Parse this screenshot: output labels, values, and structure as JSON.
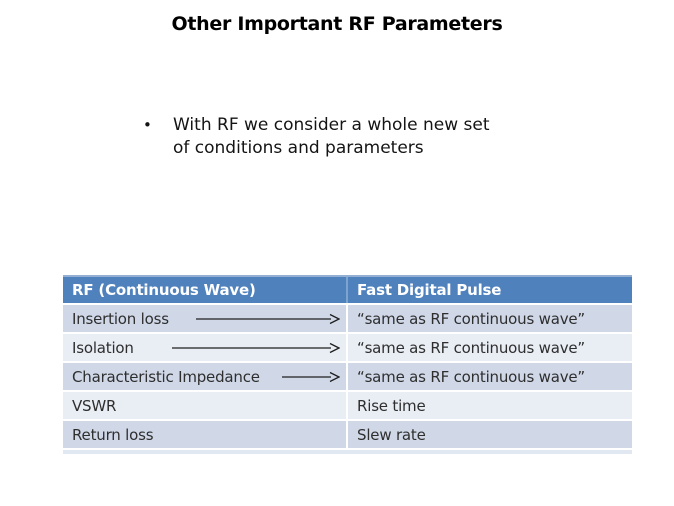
{
  "slide": {
    "title": "Other Important RF Parameters",
    "bullet": {
      "marker": "•",
      "text": "With RF we consider a whole new set\nof conditions and parameters"
    }
  },
  "table": {
    "headers": [
      "RF (Continuous Wave)",
      "Fast Digital Pulse"
    ],
    "rows": [
      {
        "left": "Insertion loss",
        "right": "“same as RF continuous wave”",
        "arrow": true
      },
      {
        "left": "Isolation",
        "right": "“same as RF continuous wave”",
        "arrow": true
      },
      {
        "left": "Characteristic Impedance",
        "right": "“same as RF continuous wave”",
        "arrow": true
      },
      {
        "left": "VSWR",
        "right": "Rise time",
        "arrow": false
      },
      {
        "left": "Return loss",
        "right": "Slew rate",
        "arrow": false
      }
    ]
  },
  "colors": {
    "header_bg": "#4f81bd",
    "header_text": "#ffffff",
    "row_band_dark": "#d0d8e8",
    "row_band_light": "#e9edf4",
    "cell_text": "#2e2e2e",
    "arrow": "#1f1f1f"
  }
}
